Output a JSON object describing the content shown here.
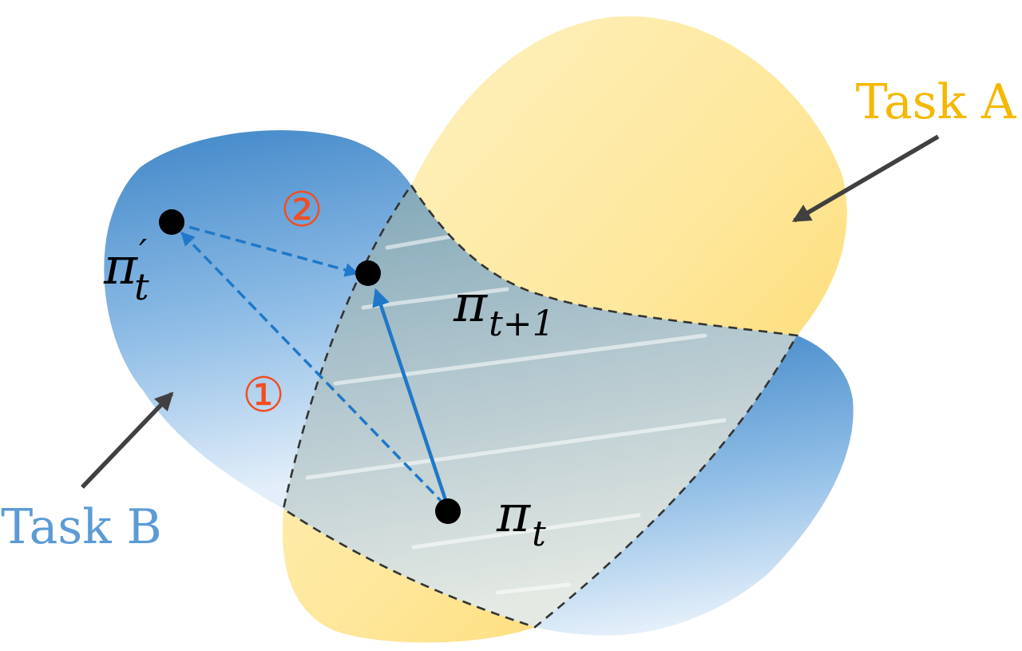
{
  "labels": {
    "task_a": "Task A",
    "task_b": "Task B",
    "step_1": "①",
    "step_2": "②"
  },
  "points": {
    "pi_t_prime": {
      "symbol": "π",
      "subscript": "t",
      "prime": "′"
    },
    "pi_t_plus_1": {
      "symbol": "π",
      "subscript": "t+1"
    },
    "pi_t": {
      "symbol": "π",
      "subscript": "t"
    }
  },
  "colors": {
    "task_a_fill": "#FDD85E",
    "task_b_fill": "#4A90CF",
    "task_a_label": "#F5B800",
    "task_b_label": "#5B9BD5",
    "step_marker": "#F04E23",
    "arrow": "#1F78C8",
    "pointer_arrow": "#404040",
    "boundary": "#333333"
  }
}
